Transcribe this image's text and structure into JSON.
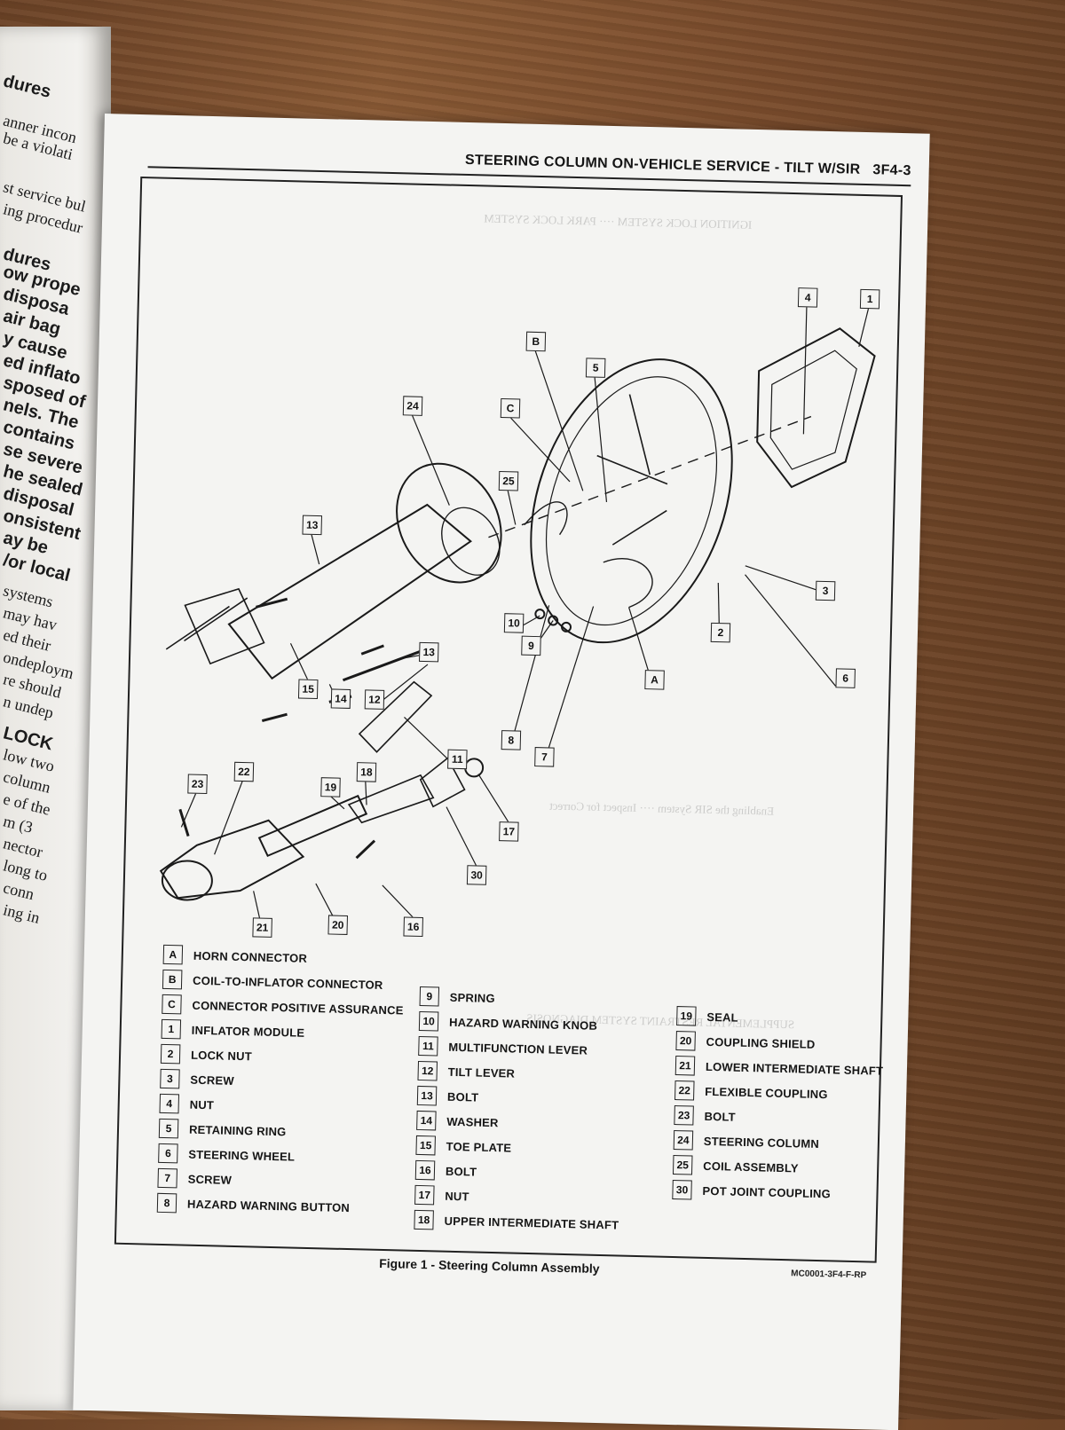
{
  "left_page": {
    "lines": [
      "dures",
      "anner incon",
      "be a violati",
      "st service bul",
      "ing procedur",
      "dures",
      "ow prope",
      "disposa",
      "air bag",
      "y cause",
      "ed inflato",
      "sposed of",
      "nels. The",
      "contains",
      "se severe",
      "he sealed",
      "disposal",
      "onsistent",
      "ay be",
      "/or local",
      "systems",
      "may hav",
      "ed their",
      "ondeploym",
      "re should",
      "n undep",
      "LOCK",
      "low two",
      "column",
      "e of the",
      "m (3",
      "nector",
      "long to",
      "conn",
      "ing in"
    ]
  },
  "header": {
    "title": "STEERING COLUMN ON-VEHICLE SERVICE - TILT W/SIR",
    "page_number": "3F4-3"
  },
  "callouts": [
    "4",
    "1",
    "B",
    "5",
    "24",
    "C",
    "25",
    "13",
    "3",
    "10",
    "9",
    "2",
    "13",
    "A",
    "6",
    "15",
    "14",
    "12",
    "8",
    "7",
    "11",
    "23",
    "22",
    "19",
    "18",
    "17",
    "30",
    "16",
    "21",
    "20"
  ],
  "legend": {
    "col1": [
      {
        "code": "A",
        "label": "HORN CONNECTOR"
      },
      {
        "code": "B",
        "label": "COIL-TO-INFLATOR CONNECTOR"
      },
      {
        "code": "C",
        "label": "CONNECTOR POSITIVE ASSURANCE"
      },
      {
        "code": "1",
        "label": "INFLATOR MODULE"
      },
      {
        "code": "2",
        "label": "LOCK NUT"
      },
      {
        "code": "3",
        "label": "SCREW"
      },
      {
        "code": "4",
        "label": "NUT"
      },
      {
        "code": "5",
        "label": "RETAINING RING"
      },
      {
        "code": "6",
        "label": "STEERING WHEEL"
      },
      {
        "code": "7",
        "label": "SCREW"
      },
      {
        "code": "8",
        "label": "HAZARD WARNING BUTTON"
      }
    ],
    "col2": [
      {
        "code": "9",
        "label": "SPRING"
      },
      {
        "code": "10",
        "label": "HAZARD WARNING KNOB"
      },
      {
        "code": "11",
        "label": "MULTIFUNCTION LEVER"
      },
      {
        "code": "12",
        "label": "TILT LEVER"
      },
      {
        "code": "13",
        "label": "BOLT"
      },
      {
        "code": "14",
        "label": "WASHER"
      },
      {
        "code": "15",
        "label": "TOE PLATE"
      },
      {
        "code": "16",
        "label": "BOLT"
      },
      {
        "code": "17",
        "label": "NUT"
      },
      {
        "code": "18",
        "label": "UPPER INTERMEDIATE SHAFT"
      }
    ],
    "col3": [
      {
        "code": "19",
        "label": "SEAL"
      },
      {
        "code": "20",
        "label": "COUPLING SHIELD"
      },
      {
        "code": "21",
        "label": "LOWER INTERMEDIATE SHAFT"
      },
      {
        "code": "22",
        "label": "FLEXIBLE COUPLING"
      },
      {
        "code": "23",
        "label": "BOLT"
      },
      {
        "code": "24",
        "label": "STEERING COLUMN"
      },
      {
        "code": "25",
        "label": "COIL ASSEMBLY"
      },
      {
        "code": "30",
        "label": "POT JOINT COUPLING"
      }
    ]
  },
  "caption": "Figure 1 - Steering Column Assembly",
  "figure_code": "MC0001-3F4-F-RP"
}
